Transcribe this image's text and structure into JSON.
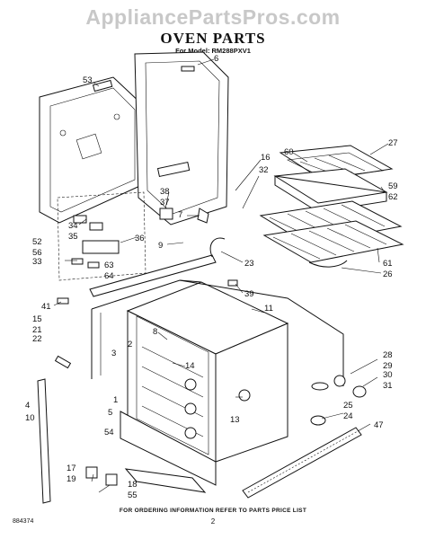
{
  "watermark": "AppliancePartsPros.com",
  "title": "OVEN PARTS",
  "subtitle": "For Model: RM288PXV1",
  "footer": "FOR ORDERING INFORMATION REFER TO PARTS PRICE LIST",
  "page_number": "2",
  "doc_code": "884374",
  "callouts": [
    "53",
    "6",
    "16",
    "32",
    "27",
    "60",
    "59",
    "62",
    "38",
    "37",
    "7",
    "34",
    "35",
    "36",
    "9",
    "52",
    "56",
    "33",
    "63",
    "64",
    "23",
    "39",
    "61",
    "26",
    "41",
    "15",
    "21",
    "22",
    "11",
    "3",
    "2",
    "8",
    "14",
    "28",
    "29",
    "30",
    "31",
    "1",
    "25",
    "24",
    "4",
    "10",
    "5",
    "54",
    "13",
    "47",
    "17",
    "19",
    "18",
    "55"
  ]
}
